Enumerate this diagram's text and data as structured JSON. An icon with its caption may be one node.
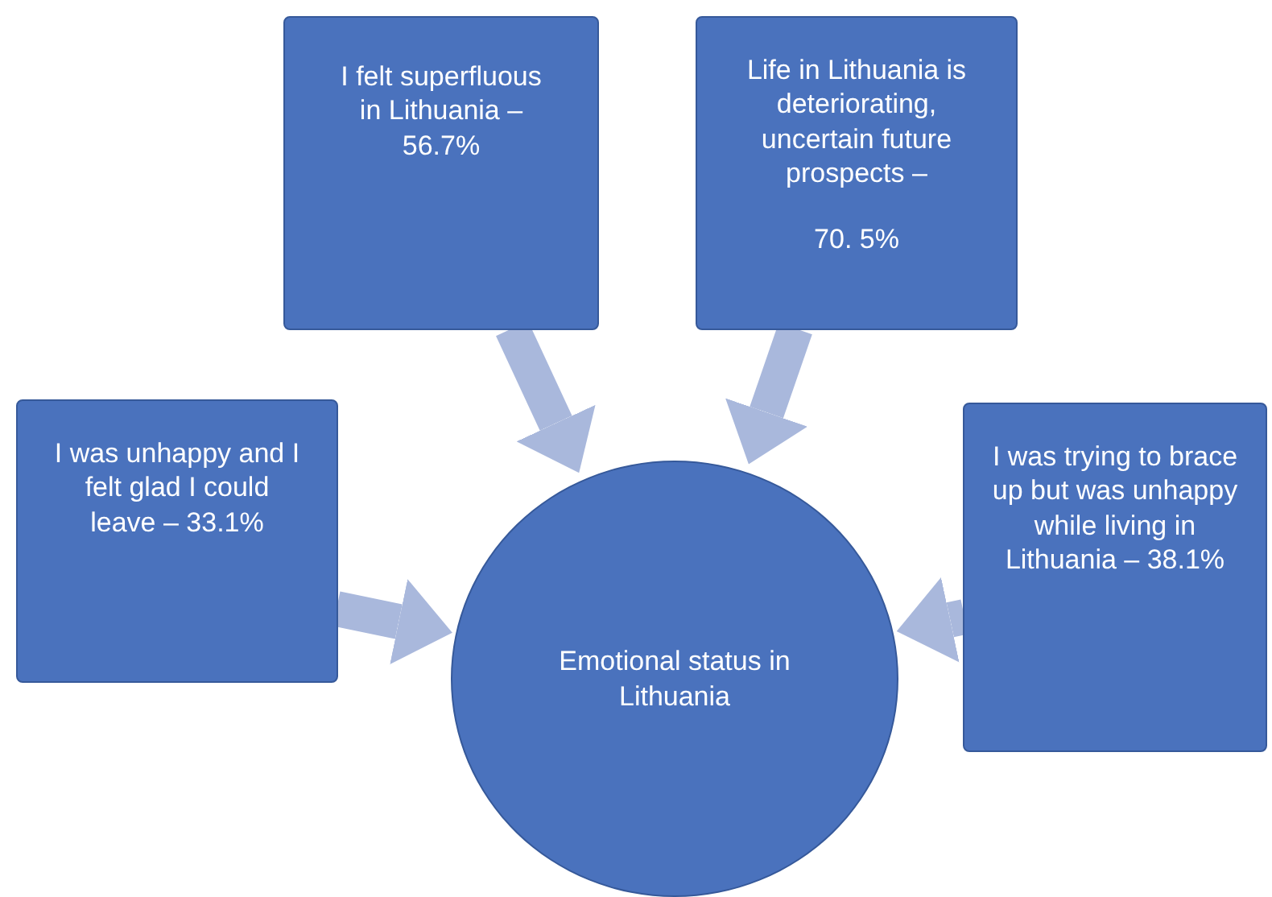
{
  "diagram": {
    "nodes": [
      {
        "text": [
          "I felt superfluous in Lithuania – 56.7%"
        ]
      },
      {
        "text": [
          "Life in Lithuania is deteriorating, uncertain future prospects –",
          "70. 5%"
        ]
      },
      {
        "text": [
          "I was unhappy and I felt glad I could leave – 33.1%"
        ]
      },
      {
        "text": [
          "Emotional status in Lithuania"
        ]
      },
      {
        "text": [
          "I was trying to brace up but was unhappy while living in Lithuania – 38.1%"
        ]
      }
    ],
    "edges": [
      {
        "from": 0,
        "to": 3,
        "arrow": "to"
      },
      {
        "from": 1,
        "to": 3,
        "arrow": "to"
      },
      {
        "from": 2,
        "to": 3,
        "arrow": "to"
      },
      {
        "from": 4,
        "to": 3,
        "arrow": "to"
      }
    ]
  }
}
